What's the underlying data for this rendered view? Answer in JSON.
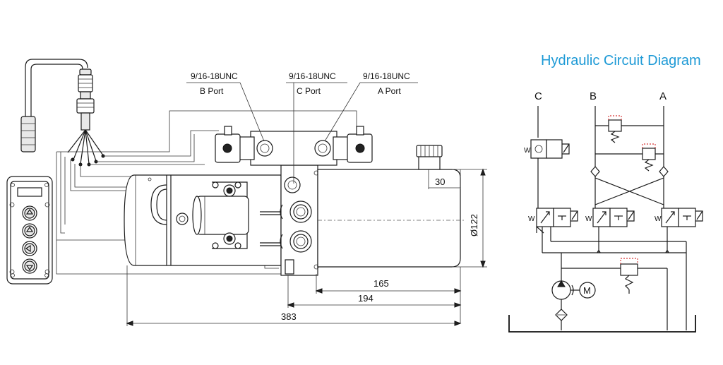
{
  "drawing": {
    "ports": [
      {
        "thread": "9/16-18UNC",
        "name": "B Port"
      },
      {
        "thread": "9/16-18UNC",
        "name": "C Port"
      },
      {
        "thread": "9/16-18UNC",
        "name": "A Port"
      }
    ],
    "dimensions": {
      "d30": "30",
      "d122": "Ø122",
      "d165": "165",
      "d194": "194",
      "d383": "383"
    }
  },
  "circuit": {
    "title": "Hydraulic Circuit Diagram",
    "port_labels": [
      "C",
      "B",
      "A"
    ],
    "valve_marks": [
      "W",
      "W",
      "W",
      "W"
    ],
    "motor_label": "M"
  }
}
